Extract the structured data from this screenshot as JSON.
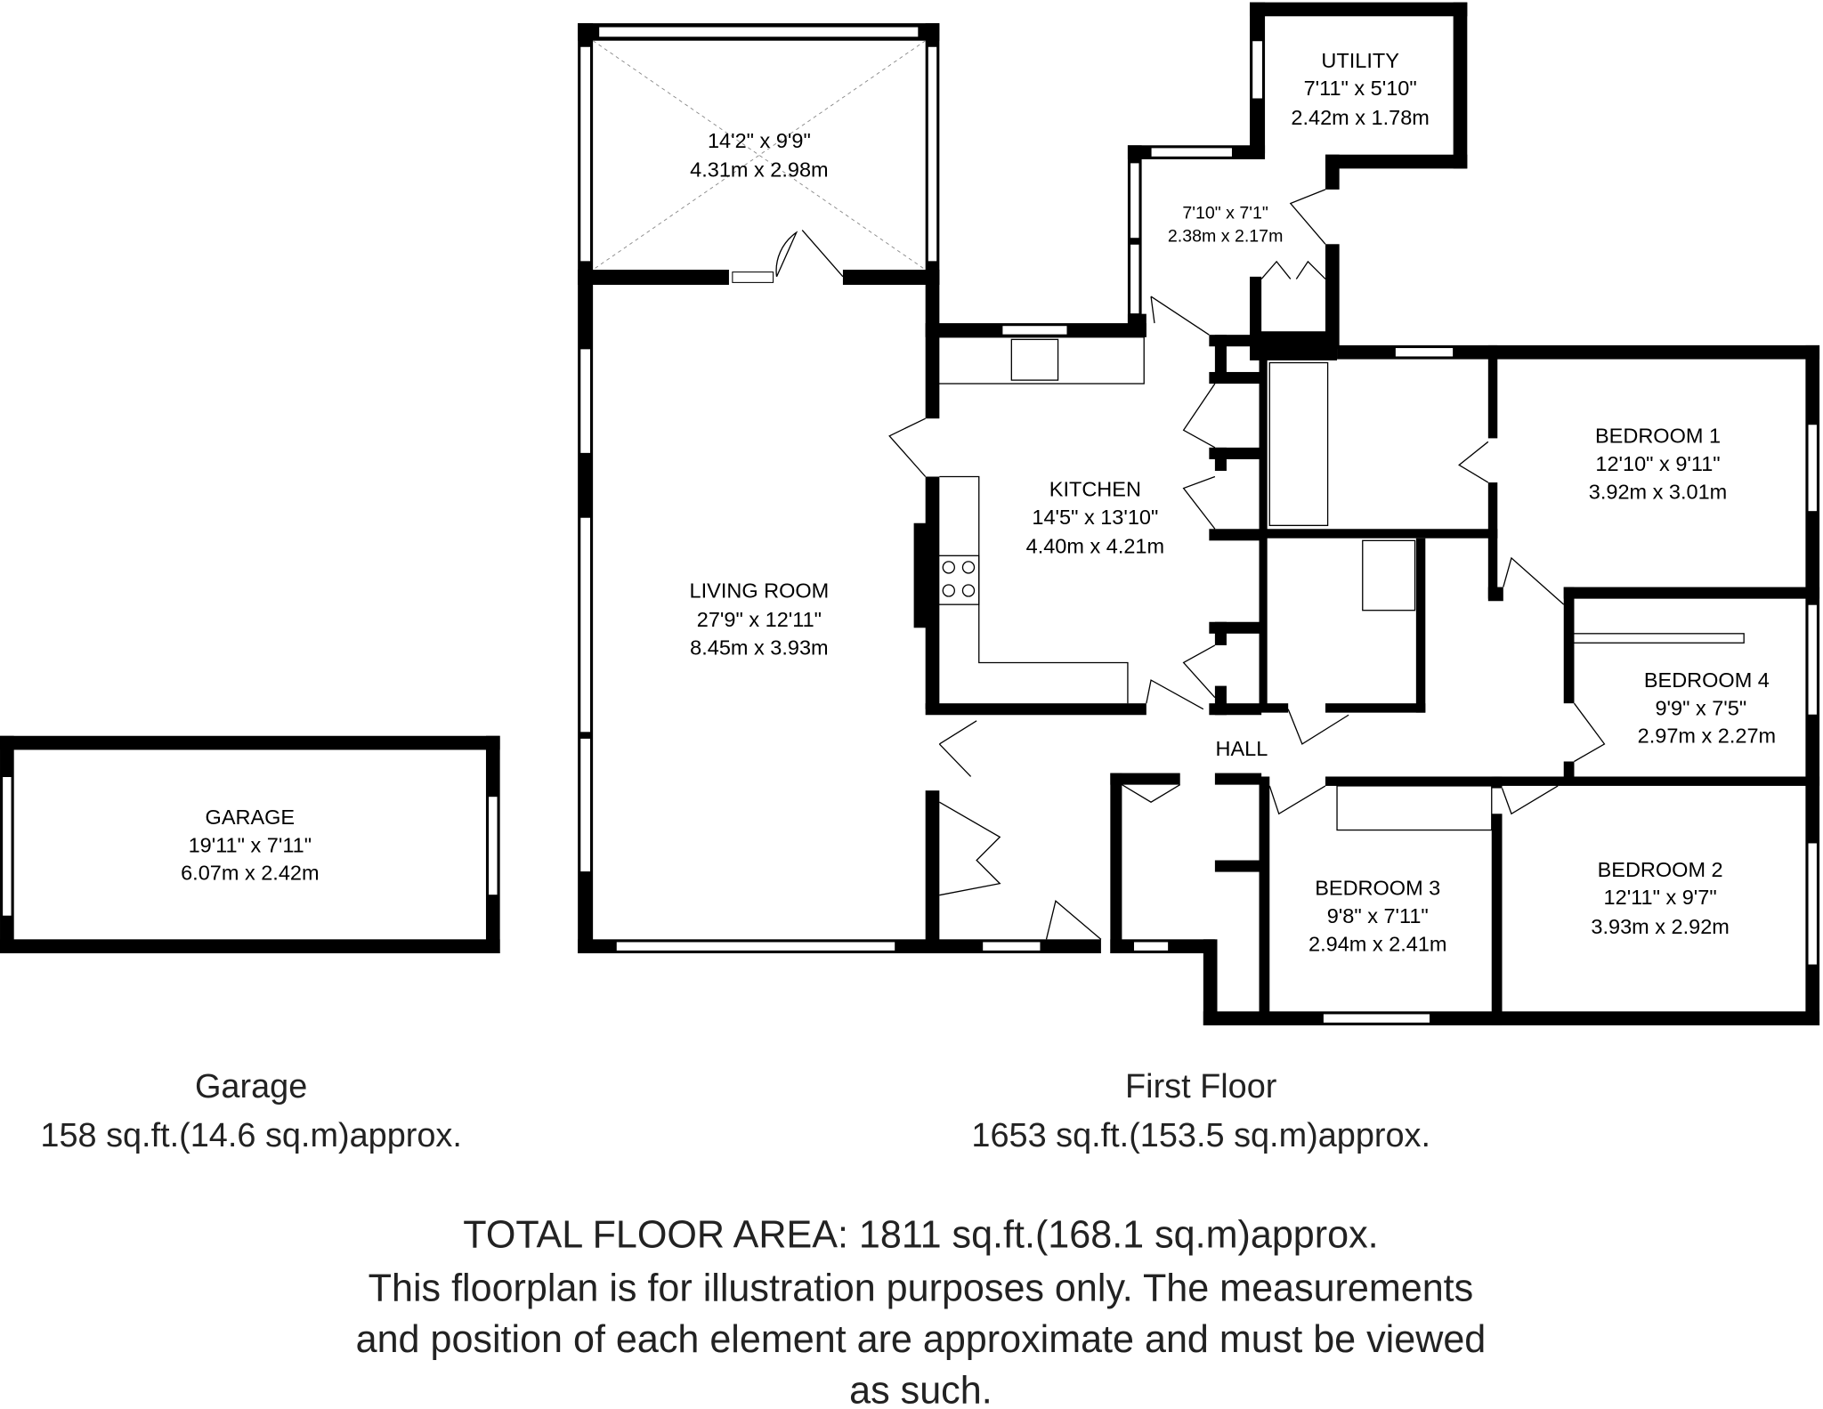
{
  "rooms": {
    "conservatory": {
      "dims_imperial": "14'2\" x 9'9\"",
      "dims_metric": "4.31m x 2.98m"
    },
    "utility": {
      "name": "UTILITY",
      "dims_imperial": "7'11\" x 5'10\"",
      "dims_metric": "2.42m x 1.78m"
    },
    "lobby": {
      "dims_imperial": "7'10\" x 7'1\"",
      "dims_metric": "2.38m x 2.17m"
    },
    "kitchen": {
      "name": "KITCHEN",
      "dims_imperial": "14'5\" x 13'10\"",
      "dims_metric": "4.40m x 4.21m"
    },
    "living_room": {
      "name": "LIVING ROOM",
      "dims_imperial": "27'9\" x 12'11\"",
      "dims_metric": "8.45m x 3.93m"
    },
    "bedroom1": {
      "name": "BEDROOM 1",
      "dims_imperial": "12'10\" x 9'11\"",
      "dims_metric": "3.92m x 3.01m"
    },
    "bedroom4": {
      "name": "BEDROOM 4",
      "dims_imperial": "9'9\" x 7'5\"",
      "dims_metric": "2.97m x 2.27m"
    },
    "bedroom2": {
      "name": "BEDROOM 2",
      "dims_imperial": "12'11\" x 9'7\"",
      "dims_metric": "3.93m x 2.92m"
    },
    "bedroom3": {
      "name": "BEDROOM 3",
      "dims_imperial": "9'8\" x 7'11\"",
      "dims_metric": "2.94m x 2.41m"
    },
    "hall": {
      "name": "HALL"
    },
    "garage": {
      "name": "GARAGE",
      "dims_imperial": "19'11\" x 7'11\"",
      "dims_metric": "6.07m x 2.42m"
    }
  },
  "floors": {
    "garage": {
      "title": "Garage",
      "area": "158 sq.ft.(14.6 sq.m)approx."
    },
    "first": {
      "title": "First Floor",
      "area": "1653 sq.ft.(153.5 sq.m)approx."
    }
  },
  "footer": {
    "total": "TOTAL FLOOR AREA: 1811 sq.ft.(168.1 sq.m)approx.",
    "line1": "This floorplan is for illustration purposes only. The measurements",
    "line2": "and position of each element are approximate and must be viewed",
    "line3": "as such."
  }
}
